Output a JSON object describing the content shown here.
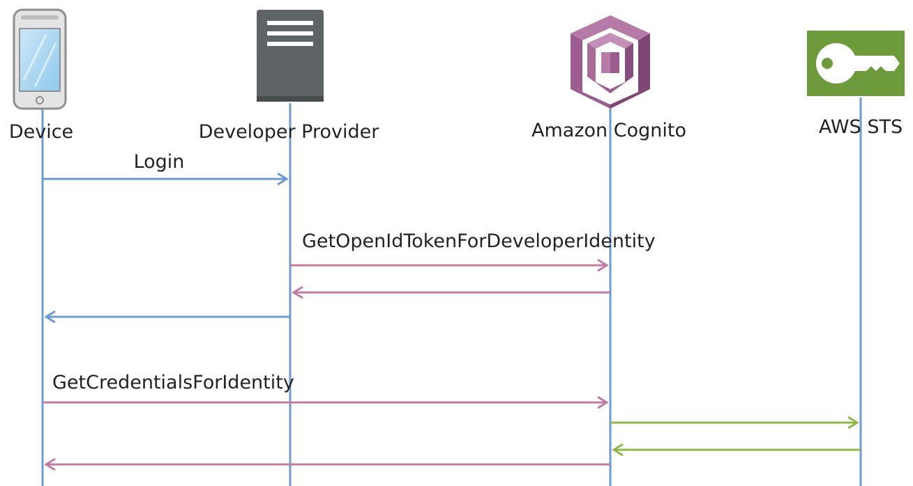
{
  "actors": [
    {
      "id": "device",
      "label": "Device",
      "icon": "smartphone-icon"
    },
    {
      "id": "developer-provider",
      "label": "Developer Provider",
      "icon": "server-icon"
    },
    {
      "id": "amazon-cognito",
      "label": "Amazon Cognito",
      "icon": "cognito-logo-icon"
    },
    {
      "id": "aws-sts",
      "label": "AWS STS",
      "icon": "key-icon"
    }
  ],
  "messages": [
    {
      "from": "device",
      "to": "developer-provider",
      "label": "Login",
      "color": "#6b9bd1"
    },
    {
      "from": "developer-provider",
      "to": "amazon-cognito",
      "label": "GetOpenIdTokenForDeveloperIdentity",
      "color": "#c27ba0"
    },
    {
      "from": "amazon-cognito",
      "to": "developer-provider",
      "label": "",
      "color": "#c27ba0"
    },
    {
      "from": "developer-provider",
      "to": "device",
      "label": "",
      "color": "#6b9bd1"
    },
    {
      "from": "device",
      "to": "amazon-cognito",
      "label": "GetCredentialsForIdentity",
      "color": "#c27ba0"
    },
    {
      "from": "amazon-cognito",
      "to": "aws-sts",
      "label": "",
      "color": "#8fb848"
    },
    {
      "from": "aws-sts",
      "to": "amazon-cognito",
      "label": "",
      "color": "#8fb848"
    },
    {
      "from": "amazon-cognito",
      "to": "device",
      "label": "",
      "color": "#c27ba0"
    }
  ],
  "colors": {
    "lifeline": "#6b9bd1",
    "device": "#6b9bd1",
    "cognito": "#c27ba0",
    "sts": "#8fb848",
    "server": "#5e6466",
    "cognito_logo": "#9c5c8f",
    "sts_logo": "#6d9a3a"
  }
}
